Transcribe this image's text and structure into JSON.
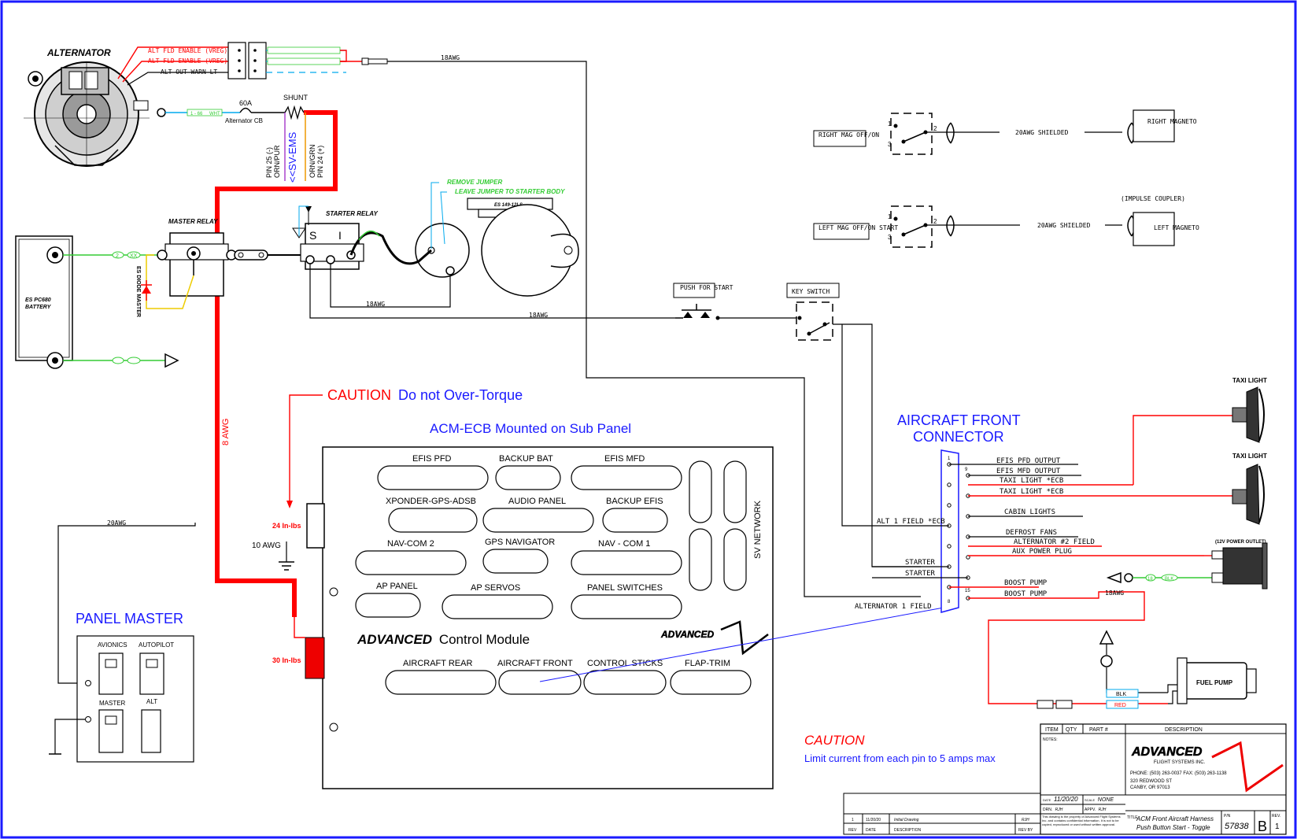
{
  "alternator": {
    "title": "ALTERNATOR",
    "wire1": "ALT FLD ENABLE (VREG)",
    "wire2": "ALT FLD ENABLE (VREG)",
    "wire3": "ALT OUT WARN LT",
    "cb_rating": "60A",
    "cb_label": "Alternator CB",
    "wire_18": "18AWG",
    "wire_tag_1": "1 - 66",
    "wire_tag_2": "WHT"
  },
  "shunt": {
    "title": "SHUNT",
    "pin25": "PIN 25 (-)",
    "pin25_color": "ORN/PUR",
    "ems": "<<SV-EMS",
    "pin24_color": "ORN/GRN",
    "pin24": "PIN 24 (+)"
  },
  "battery": {
    "name": "ES PC680",
    "label": "BATTERY",
    "tag_2": "2",
    "tag_xx": "XX"
  },
  "master_relay": {
    "title": "MASTER RELAY",
    "diode": "ES DIODE MASTER"
  },
  "starter": {
    "relay_title": "STARTER RELAY",
    "s": "S",
    "i": "I",
    "remove_jumper": "REMOVE JUMPER",
    "leave_jumper": "LEAVE JUMPER TO STARTER BODY",
    "model": "ES 149-12LS",
    "wire1": "18AWG",
    "wire2": "18AWG"
  },
  "mags": {
    "right_switch": "RIGHT MAG OFF/ON",
    "right_wire": "20AWG SHIELDED",
    "right_mag": "RIGHT MAGNETO",
    "impulse": "(IMPULSE COUPLER)",
    "left_switch": "LEFT MAG OFF/ON START",
    "left_wire": "20AWG SHIELDED",
    "left_mag": "LEFT MAGNETO",
    "p1": "1",
    "p2": "2",
    "p3": "3"
  },
  "switches": {
    "push_start": "PUSH FOR START",
    "key_switch": "KEY SWITCH"
  },
  "caution_torque": {
    "caution": "CAUTION",
    "text": "Do not Over-Torque"
  },
  "acm": {
    "title": "ACM-ECB Mounted on Sub Panel",
    "efis_pfd": "EFIS PFD",
    "backup_bat": "BACKUP BAT",
    "efis_mfd": "EFIS MFD",
    "xponder": "XPONDER-GPS-ADSB",
    "audio_panel": "AUDIO PANEL",
    "backup_efis": "BACKUP EFIS",
    "nav_com2": "NAV-COM 2",
    "gps_nav": "GPS NAVIGATOR",
    "nav_com1": "NAV - COM 1",
    "ap_panel": "AP PANEL",
    "ap_servos": "AP SERVOS",
    "panel_switches": "PANEL SWITCHES",
    "sv_network": "SV NETWORK",
    "module_brand": "ADVANCED",
    "module_rest": "Control Module",
    "aircraft_rear": "AIRCRAFT REAR",
    "aircraft_front": "AIRCRAFT FRONT",
    "control_sticks": "CONTROL STICKS",
    "flap_trim": "FLAP-TRIM",
    "torque1": "24 In-lbs",
    "torque2": "30 In-lbs",
    "ground_wire": "10 AWG",
    "feed_wire": "8 AWG",
    "wire_20": "20AWG"
  },
  "panel_master": {
    "title": "PANEL MASTER",
    "avionics": "AVIONICS",
    "autopilot": "AUTOPILOT",
    "master": "MASTER",
    "alt": "ALT"
  },
  "front_connector": {
    "title1": "AIRCRAFT FRONT",
    "title2": "CONNECTOR",
    "pin1": "1",
    "pin9": "9",
    "pin15": "15",
    "pin8": "8",
    "efis_pfd_out": "EFIS PFD OUTPUT",
    "efis_mfd_out": "EFIS MFD OUTPUT",
    "taxi1": "TAXI LIGHT *ECB",
    "taxi2": "TAXI LIGHT *ECB",
    "cabin": "CABIN LIGHTS",
    "alt1_field": "ALT 1 FIELD *ECB",
    "defrost": "DEFROST FANS",
    "alt2_field": "ALTERNATOR #2 FIELD",
    "aux_power": "AUX POWER PLUG",
    "starter1": "STARTER",
    "starter2": "STARTER",
    "boost1": "BOOST PUMP",
    "boost2": "BOOST PUMP",
    "alt1_field2": "ALTERNATOR 1 FIELD",
    "wire_18": "18AWG"
  },
  "loads": {
    "taxi_light_1": "TAXI LIGHT",
    "taxi_light_2": "TAXI LIGHT",
    "power_outlet": "(12V POWER OUTLET)",
    "fuel_pump": "FUEL PUMP",
    "blk": "BLK",
    "red": "RED",
    "tag_18": "18",
    "tag_blk": "BLK"
  },
  "caution_current": {
    "caution": "CAUTION",
    "text": "Limit current from each pin to 5 amps max"
  },
  "title_block": {
    "item": "ITEM",
    "qty": "QTY",
    "part": "PART #",
    "description": "DESCRIPTION",
    "notes": "NOTES:",
    "company": "ADVANCED",
    "company_sub": "FLIGHT SYSTEMS INC.",
    "phone": "PHONE: (503) 263-0037  FAX: (503) 263-1138",
    "addr1": "320 REDWOOD ST",
    "addr2": "CANBY, OR 97013",
    "date_label": "DATE",
    "date": "11/20/20",
    "scale_label": "SCALE",
    "scale": "NONE",
    "drn_label": "DRN.",
    "drn": "RJH",
    "appv_label": "APPV.",
    "appv": "RJH",
    "disclaimer": "This drawing is the property of Advanced Flight Systems Inc. and contains confidential information. It is not to be copied, reproduced or used without written approval.",
    "title_label": "TITLE",
    "title1": "ACM Front Aircraft Harness",
    "title2": "Push Button Start - Toggle",
    "pn_label": "P/N",
    "pn": "57838",
    "size": "B",
    "rev_label": "REV.",
    "rev": "1",
    "rev_col": "REV",
    "date_col": "DATE",
    "desc_col": "DESCRIPTION",
    "revby_col": "REV BY",
    "rev_num": "1",
    "rev_date": "11/20/20",
    "rev_desc": "Initial Drawing",
    "rev_by": "RJH"
  }
}
